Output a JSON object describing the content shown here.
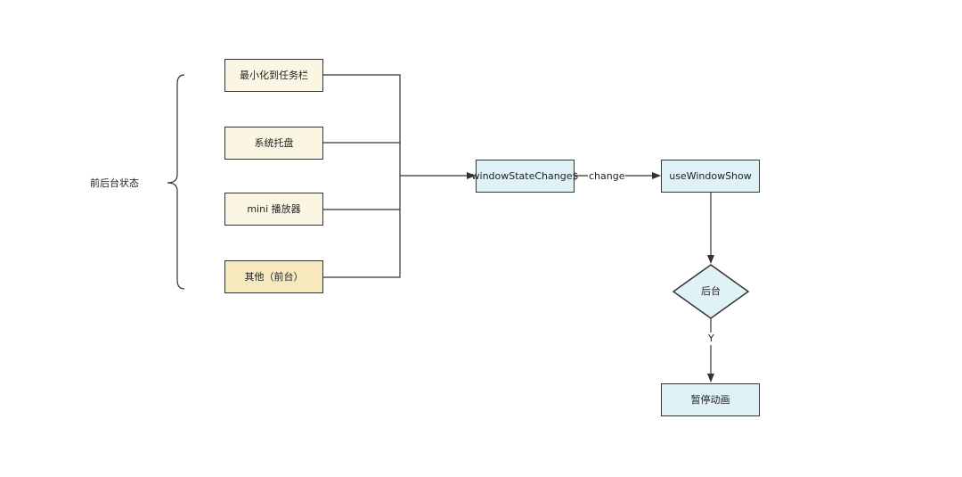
{
  "group_label": "前后台状态",
  "states": [
    {
      "label": "最小化到任务栏"
    },
    {
      "label": "系统托盘"
    },
    {
      "label": "mini 播放器"
    },
    {
      "label": "其他（前台）"
    }
  ],
  "observable": {
    "label": "windowStateChange$"
  },
  "edge_change_label": "change",
  "hook": {
    "label": "useWindowShow"
  },
  "decision": {
    "label": "后台"
  },
  "edge_yes_label": "Y",
  "action": {
    "label": "暂停动画"
  },
  "colors": {
    "state_fill": "#fbf6e3",
    "state_active_fill": "#f6e9bd",
    "process_fill": "#dff2f5",
    "stroke": "#333333"
  }
}
